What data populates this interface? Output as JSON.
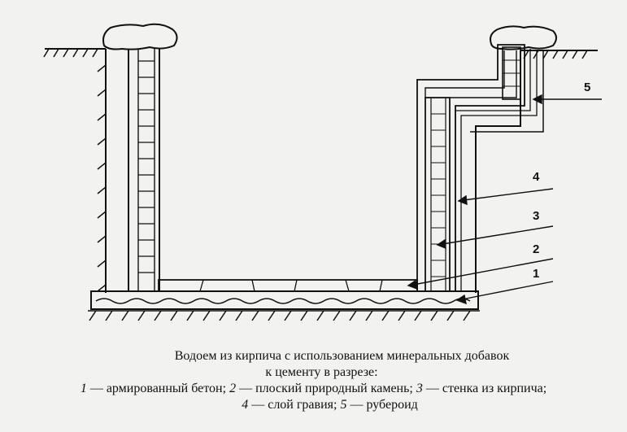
{
  "callouts": {
    "c1": "1",
    "c2": "2",
    "c3": "3",
    "c4": "4",
    "c5": "5"
  },
  "caption": {
    "line1": "Водоем из кирпича с использованием минеральных добавок",
    "line2": "к цементу в разрезе:",
    "legend": [
      {
        "num": "1",
        "text": " — армированный бетон; "
      },
      {
        "num": "2",
        "text": " — плоский природный камень; "
      },
      {
        "num": "3",
        "text": " — стенка из кирпича;"
      },
      {
        "num": "4",
        "text": " — слой гравия; "
      },
      {
        "num": "5",
        "text": " — рубероид"
      }
    ]
  }
}
